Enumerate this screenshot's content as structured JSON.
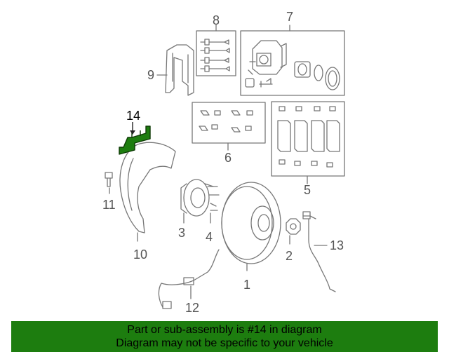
{
  "callouts": {
    "c1": "1",
    "c2": "2",
    "c3": "3",
    "c4": "4",
    "c5": "5",
    "c6": "6",
    "c7": "7",
    "c8": "8",
    "c9": "9",
    "c10": "10",
    "c11": "11",
    "c12": "12",
    "c13": "13",
    "c14": "14"
  },
  "highlight_part": "14",
  "colors": {
    "highlight": "#1d7d0f",
    "line": "#777777",
    "banner_bg": "#1d7d0f"
  },
  "banner": {
    "line1": "Part or sub-assembly is #14 in diagram",
    "line2": "Diagram may not be specific to your vehicle"
  }
}
